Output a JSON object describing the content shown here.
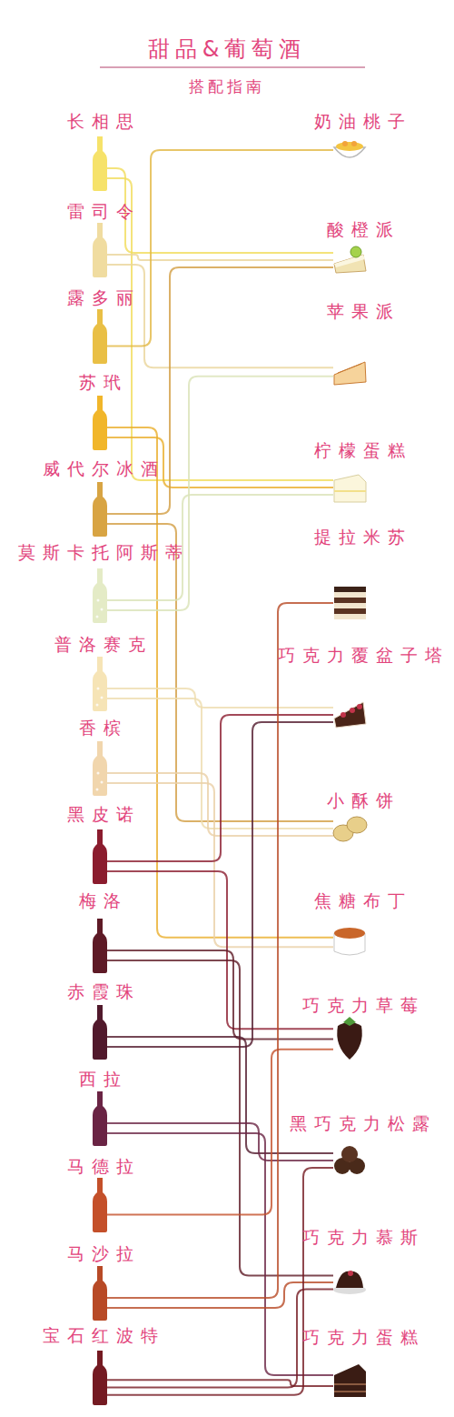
{
  "diagram": {
    "title": "甜品&葡萄酒",
    "nodes": [
      {
        "text": [
          "长相思"
        ]
      },
      {
        "text": [
          "雷司令"
        ]
      },
      {
        "text": [
          "露多丽"
        ]
      },
      {
        "text": [
          "苏玳"
        ]
      },
      {
        "text": [
          "威代尔冰酒"
        ]
      },
      {
        "text": [
          "莫斯卡托阿斯蒂"
        ]
      },
      {
        "text": [
          "普洛赛克"
        ]
      },
      {
        "text": [
          "香槟"
        ]
      },
      {
        "text": [
          "黑皮诺"
        ]
      },
      {
        "text": [
          "梅洛"
        ]
      },
      {
        "text": [
          "赤霞珠"
        ]
      },
      {
        "text": [
          "西拉"
        ]
      },
      {
        "text": [
          "马德拉"
        ]
      },
      {
        "text": [
          "马沙拉"
        ]
      },
      {
        "text": [
          "宝石红波特"
        ]
      },
      {
        "text": [
          "奶油桃子"
        ]
      },
      {
        "text": [
          "酸橙派"
        ]
      },
      {
        "text": [
          "苹果派"
        ]
      },
      {
        "text": [
          "柠檬蛋糕"
        ]
      },
      {
        "text": [
          "提拉米苏"
        ]
      },
      {
        "text": [
          "巧克力覆盆子塔"
        ]
      },
      {
        "text": [
          "小酥饼"
        ]
      },
      {
        "text": [
          "焦糖布丁"
        ]
      },
      {
        "text": [
          "巧克力草莓"
        ]
      },
      {
        "text": [
          "黑巧克力松露"
        ]
      },
      {
        "text": [
          "巧克力慕斯"
        ]
      },
      {
        "text": [
          "巧克力蛋糕"
        ]
      }
    ],
    "edges": [
      {
        "from": 0,
        "to": 16,
        "arrow": "none"
      },
      {
        "from": 0,
        "to": 18,
        "arrow": "none"
      },
      {
        "from": 1,
        "to": 16,
        "arrow": "none"
      },
      {
        "from": 1,
        "to": 17,
        "arrow": "none"
      },
      {
        "from": 2,
        "to": 15,
        "arrow": "none"
      },
      {
        "from": 3,
        "to": 22,
        "arrow": "none"
      },
      {
        "from": 3,
        "to": 18,
        "arrow": "none"
      },
      {
        "from": 4,
        "to": 16,
        "arrow": "none"
      },
      {
        "from": 4,
        "to": 21,
        "arrow": "none"
      },
      {
        "from": 5,
        "to": 18,
        "arrow": "none"
      },
      {
        "from": 5,
        "to": 17,
        "arrow": "none"
      },
      {
        "from": 6,
        "to": 20,
        "arrow": "none"
      },
      {
        "from": 6,
        "to": 21,
        "arrow": "none"
      },
      {
        "from": 7,
        "to": 21,
        "arrow": "none"
      },
      {
        "from": 7,
        "to": 22,
        "arrow": "none"
      },
      {
        "from": 8,
        "to": 20,
        "arrow": "none"
      },
      {
        "from": 8,
        "to": 23,
        "arrow": "none"
      },
      {
        "from": 9,
        "to": 23,
        "arrow": "none"
      },
      {
        "from": 9,
        "to": 25,
        "arrow": "none"
      },
      {
        "from": 10,
        "to": 24,
        "arrow": "none"
      },
      {
        "from": 10,
        "to": 20,
        "arrow": "none"
      },
      {
        "from": 11,
        "to": 24,
        "arrow": "none"
      },
      {
        "from": 11,
        "to": 26,
        "arrow": "none"
      },
      {
        "from": 12,
        "to": 23,
        "arrow": "none"
      },
      {
        "from": 13,
        "to": 19,
        "arrow": "none"
      },
      {
        "from": 13,
        "to": 25,
        "arrow": "none"
      },
      {
        "from": 14,
        "to": 26,
        "arrow": "none"
      },
      {
        "from": 14,
        "to": 25,
        "arrow": "none"
      },
      {
        "from": 14,
        "to": 24,
        "arrow": "none"
      }
    ],
    "labels": [
      "搭配指南"
    ]
  }
}
